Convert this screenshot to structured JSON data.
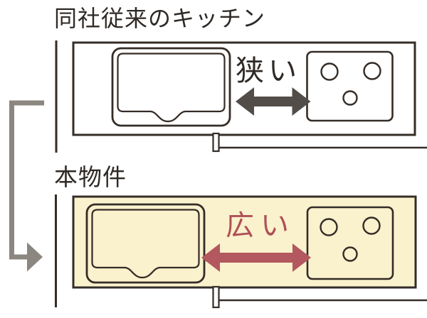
{
  "page": {
    "background": "#ffffff",
    "description_labels_only": true
  },
  "colors": {
    "outline": "#342c27",
    "title_text": "#2f2a26",
    "narrow_label_text": "#2f2a26",
    "wide_label_text": "#ae5056",
    "narrow_arrow": "#524d48",
    "wide_arrow": "#b2585e",
    "connector_arrow": "#8b8680",
    "highlight_fill": "#faf1cd",
    "conventional_fill": "#ffffff"
  },
  "sections": {
    "conventional": {
      "title": "同社従来のキッチン",
      "gap_label": "狭い",
      "counter_fill": "#ffffff"
    },
    "property": {
      "title": "本物件",
      "gap_label": "広い",
      "counter_fill": "#faf1cd"
    }
  },
  "icons": {
    "sink": "kitchen-sink-outline",
    "stove": "three-burner-cooktop",
    "narrow_arrow": "double-headed-horizontal-arrow",
    "wide_arrow": "double-headed-horizontal-arrow",
    "connector": "elbow-down-right-arrow"
  }
}
